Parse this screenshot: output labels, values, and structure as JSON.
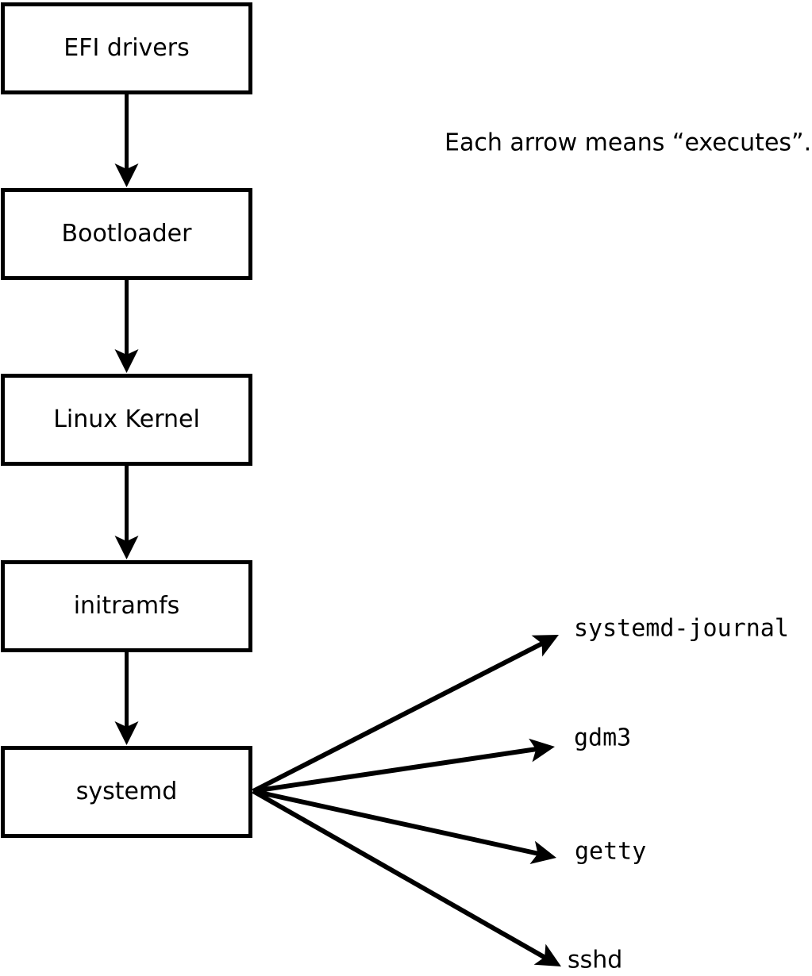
{
  "diagram": {
    "annotation": "Each arrow means “executes”.",
    "nodes": [
      {
        "id": "efi-drivers",
        "label": "EFI drivers"
      },
      {
        "id": "bootloader",
        "label": "Bootloader"
      },
      {
        "id": "linux-kernel",
        "label": "Linux Kernel"
      },
      {
        "id": "initramfs",
        "label": "initramfs"
      },
      {
        "id": "systemd",
        "label": "systemd"
      }
    ],
    "targets": [
      {
        "id": "systemd-journal",
        "label": "systemd-journal"
      },
      {
        "id": "gdm3",
        "label": "gdm3"
      },
      {
        "id": "getty",
        "label": "getty"
      },
      {
        "id": "sshd",
        "label": "sshd"
      }
    ],
    "edges": [
      {
        "from": "EFI drivers",
        "to": "Bootloader",
        "meaning": "executes"
      },
      {
        "from": "Bootloader",
        "to": "Linux Kernel",
        "meaning": "executes"
      },
      {
        "from": "Linux Kernel",
        "to": "initramfs",
        "meaning": "executes"
      },
      {
        "from": "initramfs",
        "to": "systemd",
        "meaning": "executes"
      },
      {
        "from": "systemd",
        "to": "systemd-journal",
        "meaning": "executes"
      },
      {
        "from": "systemd",
        "to": "gdm3",
        "meaning": "executes"
      },
      {
        "from": "systemd",
        "to": "getty",
        "meaning": "executes"
      },
      {
        "from": "systemd",
        "to": "sshd",
        "meaning": "executes"
      }
    ],
    "colors": {
      "line": "#000000",
      "box_fill": "#ffffff",
      "background": "#ffffff",
      "text": "#000000"
    }
  }
}
